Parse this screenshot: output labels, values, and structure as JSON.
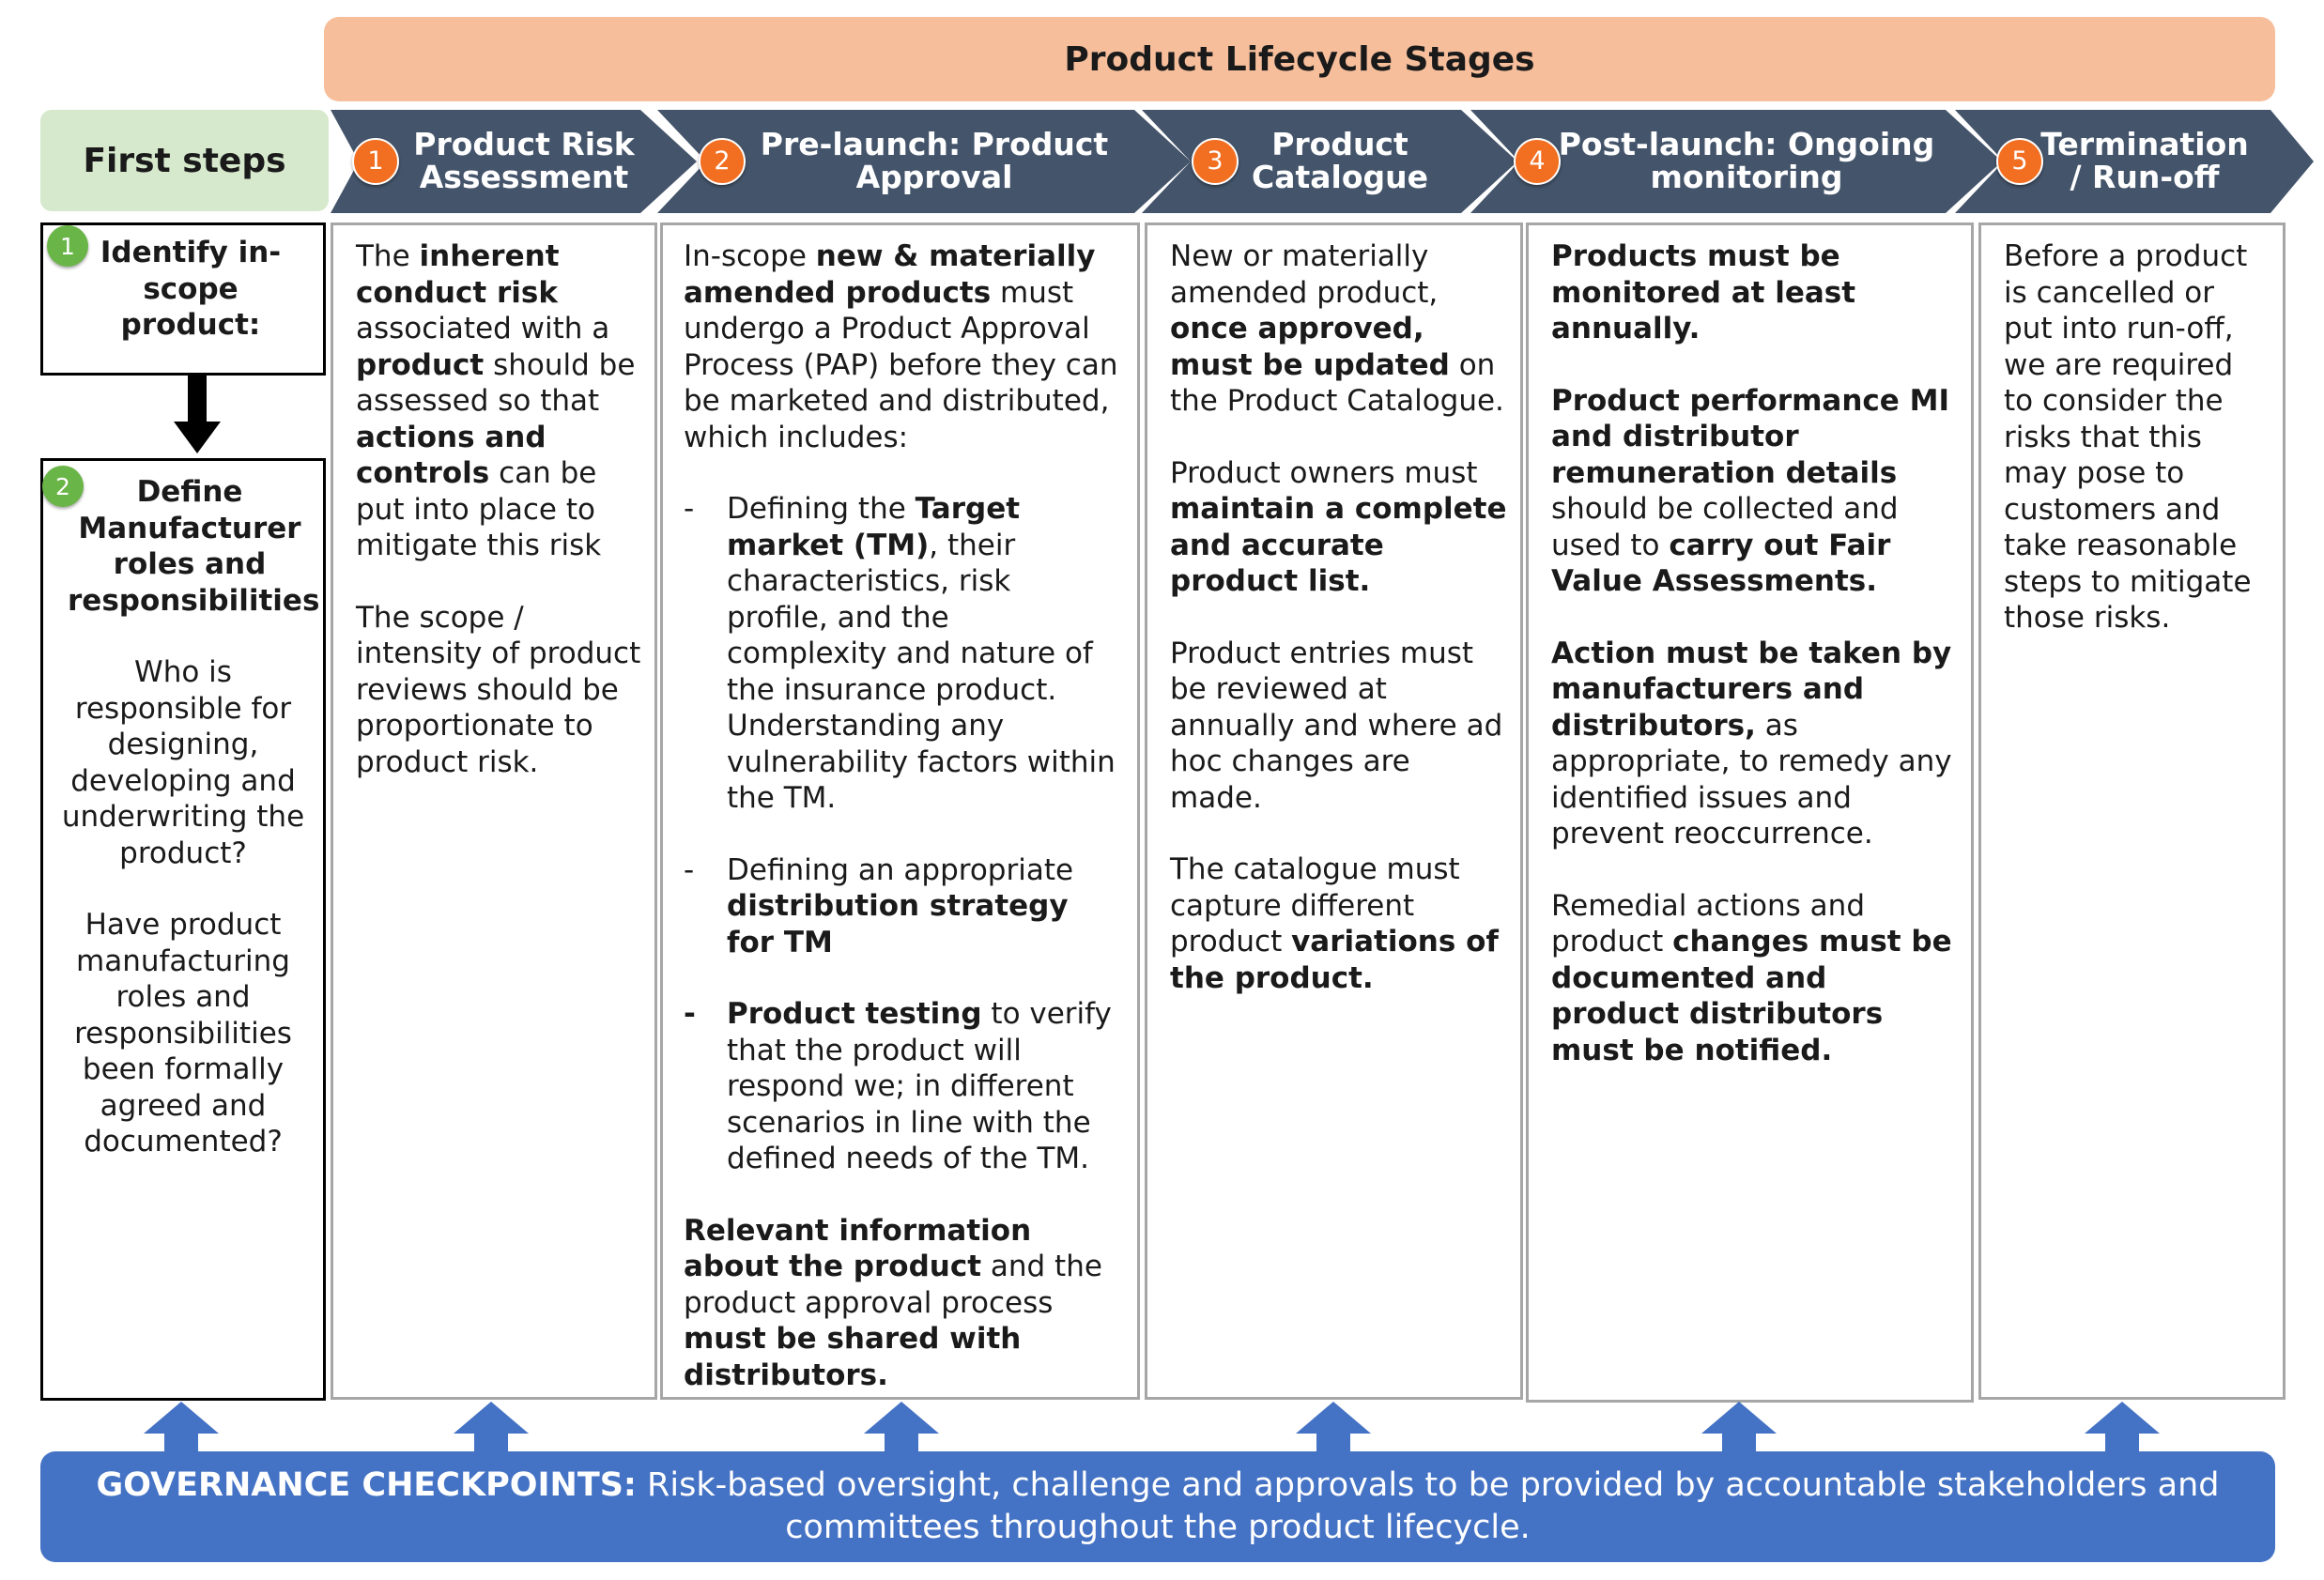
{
  "header": {
    "lifecycle_title": "Product Lifecycle Stages",
    "first_steps_title": "First steps"
  },
  "stages": [
    {
      "number": "1",
      "label_line1": "Product Risk",
      "label_line2": "Assessment"
    },
    {
      "number": "2",
      "label_line1": "Pre-launch: Product",
      "label_line2": "Approval"
    },
    {
      "number": "3",
      "label_line1": "Product",
      "label_line2": "Catalogue"
    },
    {
      "number": "4",
      "label_line1": "Post-launch: Ongoing",
      "label_line2": "monitoring"
    },
    {
      "number": "5",
      "label_line1": "Termination",
      "label_line2": "/ Run-off"
    }
  ],
  "first_steps": {
    "step1": {
      "number": "1",
      "title": "Identify in-scope product:"
    },
    "step2": {
      "number": "2",
      "title": "Define Manufacturer roles and responsibilities",
      "question1": "Who is responsible for designing, developing and underwriting the product?",
      "question2": "Have product manufacturing roles and responsibilities been formally agreed and documented?"
    }
  },
  "columns": {
    "risk_assessment": {
      "p1": [
        {
          "t": "The "
        },
        {
          "t": "inherent conduct risk",
          "b": true
        },
        {
          "t": " associated with a "
        },
        {
          "t": "product",
          "b": true
        },
        {
          "t": " should be assessed so that "
        },
        {
          "t": "actions and controls",
          "b": true
        },
        {
          "t": " can be put into place to mitigate this risk"
        }
      ],
      "p2": [
        {
          "t": "The scope / intensity of product reviews should be proportionate to product risk."
        }
      ]
    },
    "approval": {
      "intro": [
        {
          "t": "In-scope "
        },
        {
          "t": "new & materially amended products",
          "b": true
        },
        {
          "t": " must undergo a Product Approval Process (PAP) before they can be marketed and distributed, which includes:"
        }
      ],
      "bullet1": [
        {
          "t": "Defining the "
        },
        {
          "t": "Target market (TM)",
          "b": true
        },
        {
          "t": ", their characteristics, risk profile, and the complexity and nature of the insurance product. Understanding any vulnerability factors within the TM."
        }
      ],
      "bullet2": [
        {
          "t": "Defining an appropriate "
        },
        {
          "t": "distribution strategy for TM",
          "b": true
        }
      ],
      "bullet3": [
        {
          "t": "Product testing",
          "b": true
        },
        {
          "t": " to verify that the product will respond we; in different scenarios in line with the defined needs of the TM."
        }
      ],
      "closing": [
        {
          "t": "Relevant information about the product",
          "b": true
        },
        {
          "t": " and the product approval process "
        },
        {
          "t": "must be shared with distributors.",
          "b": true
        }
      ],
      "dash": "-"
    },
    "catalogue": {
      "p1": [
        {
          "t": "New or materially amended product, "
        },
        {
          "t": "once approved, must be updated",
          "b": true
        },
        {
          "t": " on the Product Catalogue."
        }
      ],
      "p2": [
        {
          "t": "Product owners must "
        },
        {
          "t": "maintain a complete and accurate product list.",
          "b": true
        }
      ],
      "p3": [
        {
          "t": "Product entries must be reviewed at annually and where ad hoc changes are made."
        }
      ],
      "p4": [
        {
          "t": "The catalogue must capture different product "
        },
        {
          "t": "variations of the product.",
          "b": true
        }
      ]
    },
    "monitoring": {
      "p1": [
        {
          "t": "Products must be monitored at least annually.",
          "b": true
        }
      ],
      "p2": [
        {
          "t": "Product performance MI and distributor remuneration details",
          "b": true
        },
        {
          "t": " should be collected and used to "
        },
        {
          "t": "carry out Fair Value Assessments.",
          "b": true
        }
      ],
      "p3": [
        {
          "t": "Action must be taken by manufacturers and distributors,",
          "b": true
        },
        {
          "t": " as appropriate, to remedy any identified issues and prevent reoccurrence."
        }
      ],
      "p4": [
        {
          "t": "Remedial actions and product "
        },
        {
          "t": "changes must be documented and product distributors must be notified.",
          "b": true
        }
      ]
    },
    "termination": {
      "p1": [
        {
          "t": "Before a product is cancelled or put into run-off, we are required to consider the risks that this may pose to customers and take reasonable steps to mitigate those risks."
        }
      ]
    }
  },
  "governance": {
    "label": "GOVERNANCE CHECKPOINTS:",
    "text": " Risk-based oversight, challenge and approvals to be provided by accountable stakeholders and committees throughout the product lifecycle."
  },
  "colors": {
    "chevron": "#44546a",
    "step_badge": "#f26f21",
    "first_step_badge": "#6ab547",
    "header_bar": "#f6be9b",
    "first_steps_bg": "#d6e9cc",
    "governance": "#4472c4"
  }
}
